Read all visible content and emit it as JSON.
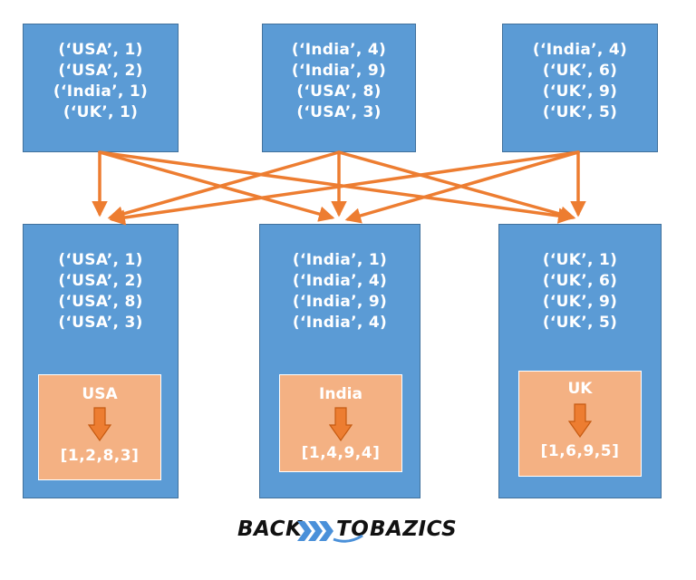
{
  "source_partitions": [
    {
      "tuples": [
        "(‘USA’, 1)",
        "(‘USA’, 2)",
        "(‘India’, 1)",
        "(‘UK’, 1)"
      ]
    },
    {
      "tuples": [
        "(‘India’, 4)",
        "(‘India’, 9)",
        "(‘USA’, 8)",
        "(‘USA’, 3)"
      ]
    },
    {
      "tuples": [
        "(‘India’, 4)",
        "(‘UK’, 6)",
        "(‘UK’, 9)",
        "(‘UK’, 5)"
      ]
    }
  ],
  "shuffled_partitions": [
    {
      "tuples": [
        "(‘USA’, 1)",
        "(‘USA’, 2)",
        "(‘USA’, 8)",
        "(‘USA’, 3)"
      ],
      "key": "USA",
      "grouped": "[1,2,8,3]"
    },
    {
      "tuples": [
        "(‘India’, 1)",
        "(‘India’, 4)",
        "(‘India’, 9)",
        "(‘India’, 4)"
      ],
      "key": "India",
      "grouped": "[1,4,9,4]"
    },
    {
      "tuples": [
        "(‘UK’, 1)",
        "(‘UK’, 6)",
        "(‘UK’, 9)",
        "(‘UK’, 5)"
      ],
      "key": "UK",
      "grouped": "[1,6,9,5]"
    }
  ],
  "logo": {
    "left": "BACK",
    "mid": "TO",
    "right": "BAZICS"
  },
  "colors": {
    "box": "#5b9bd5",
    "box_border": "#41719c",
    "agg": "#f4b183",
    "arrow": "#ed7d31",
    "down_arrow": "#ed7d31"
  }
}
